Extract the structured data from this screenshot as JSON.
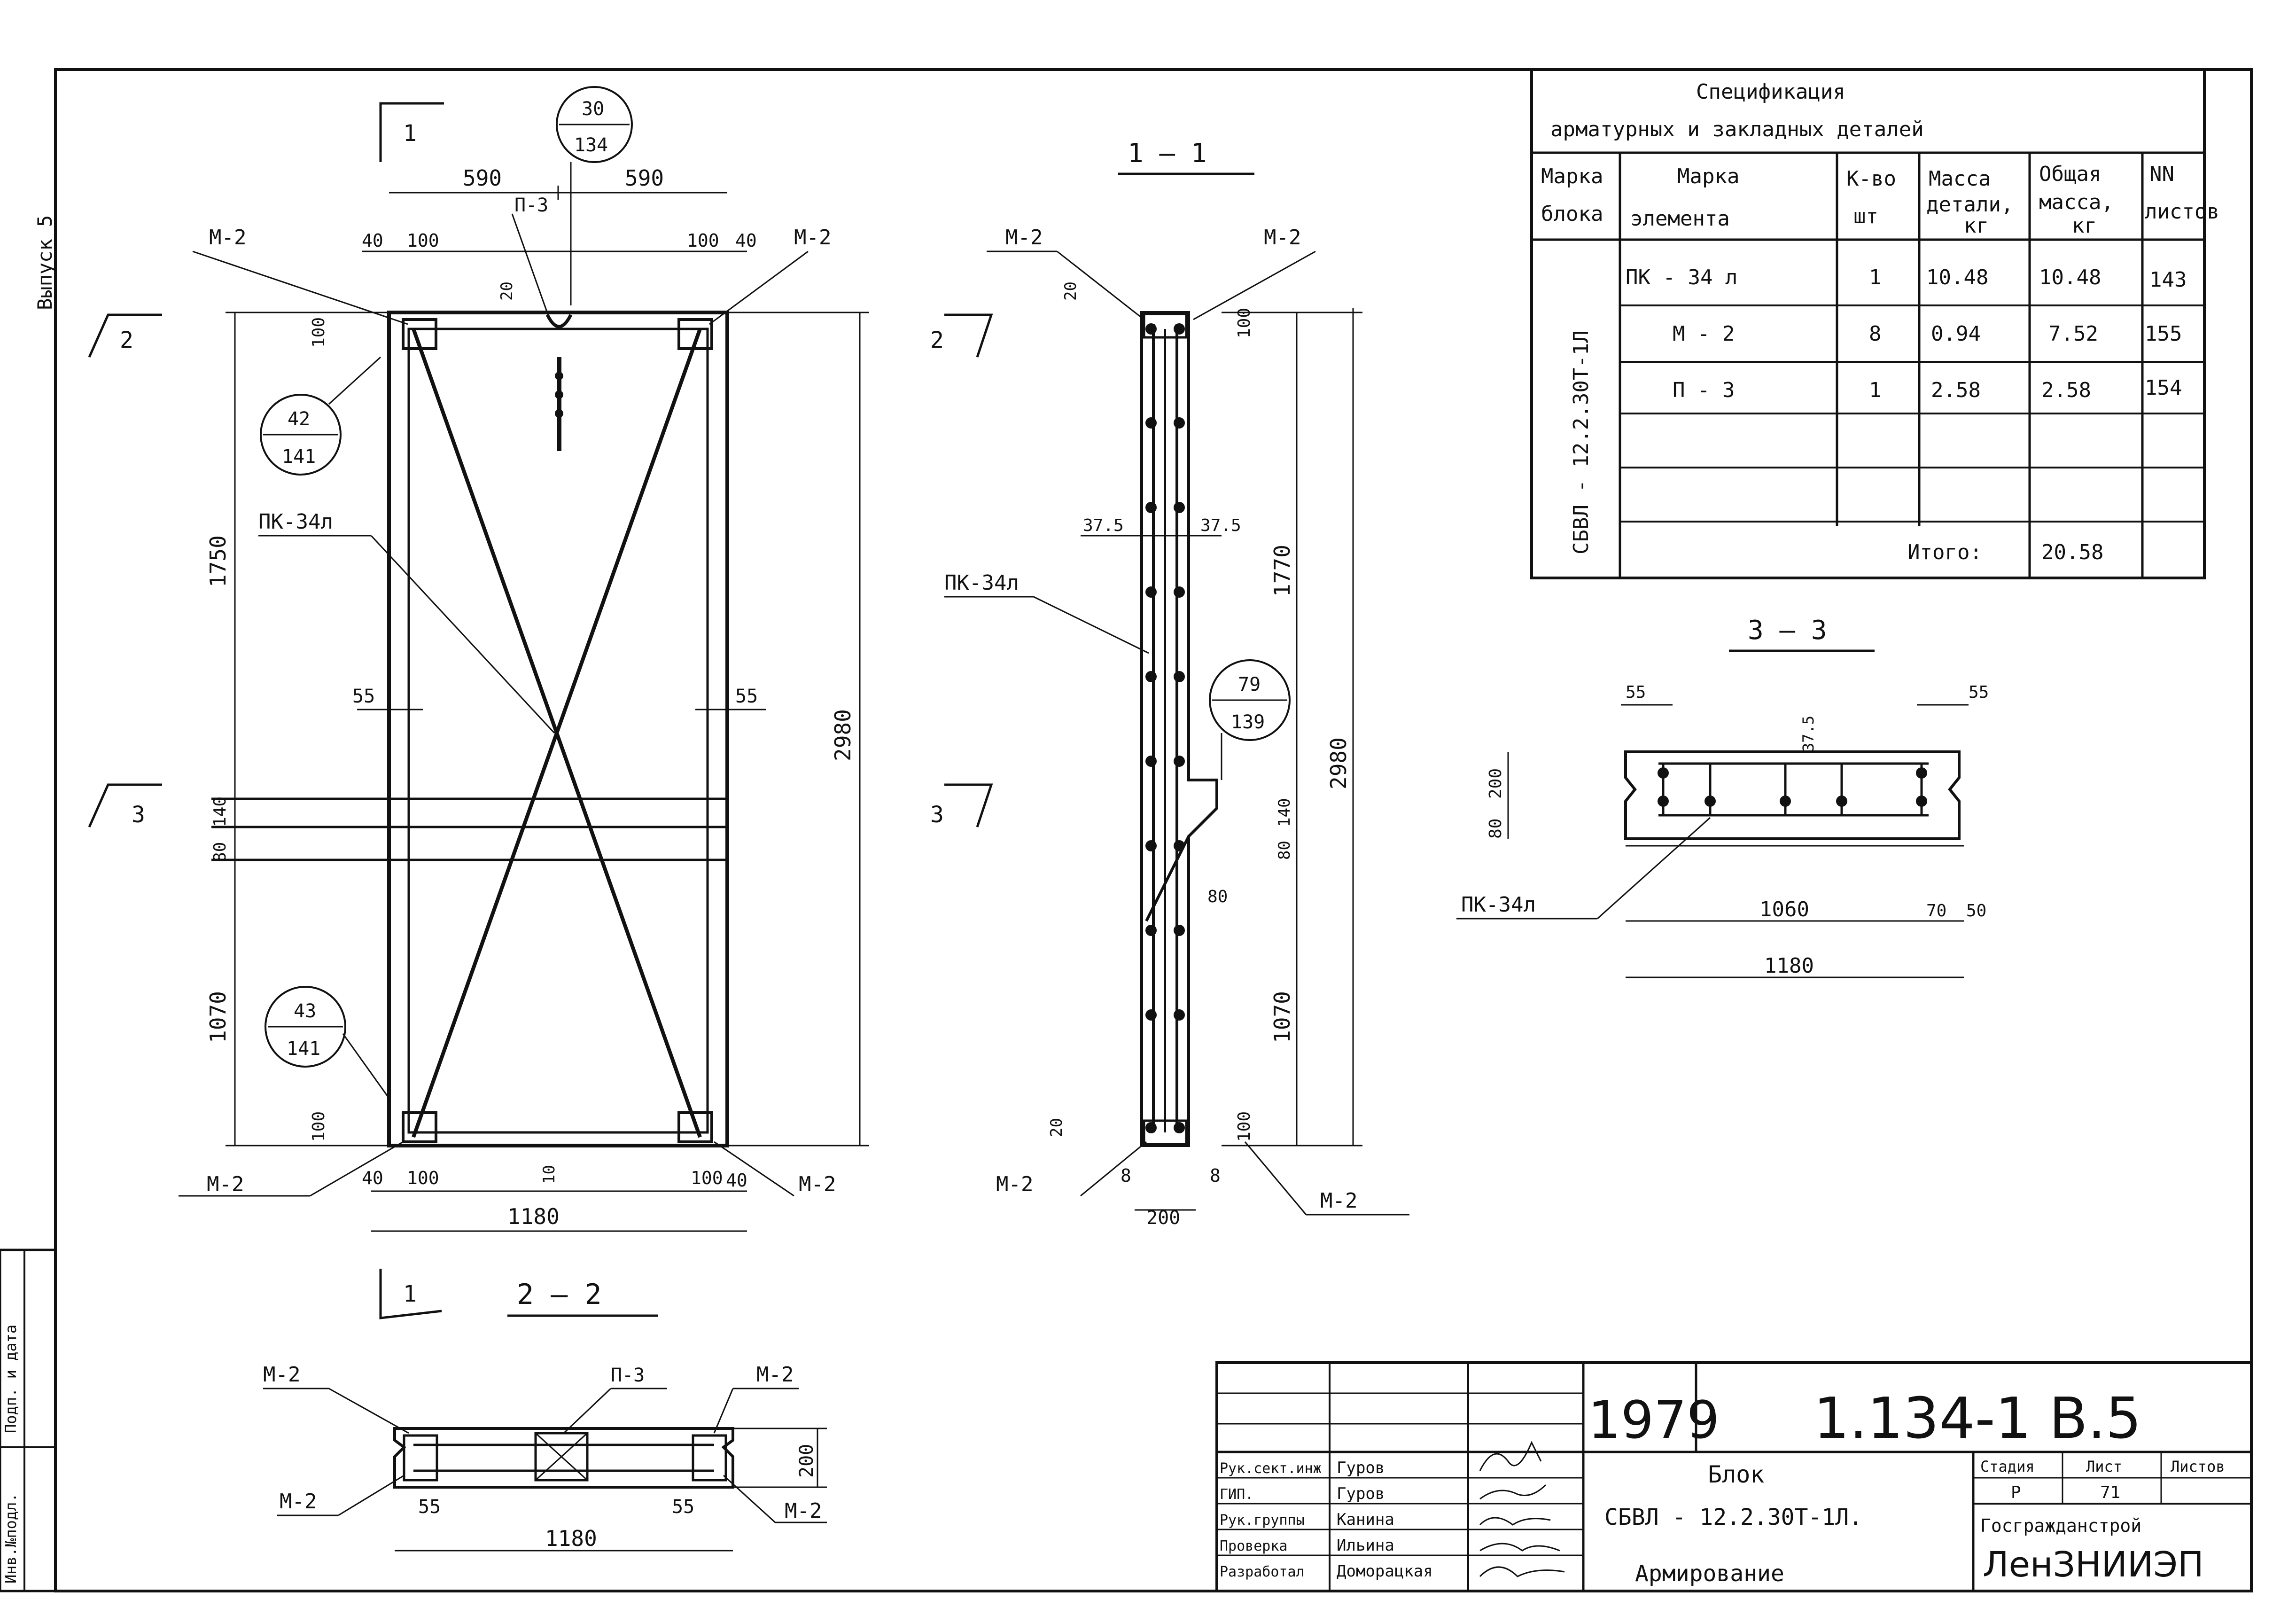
{
  "side_label": "Выпуск 5",
  "spec": {
    "title1": "Спецификация",
    "title2": "арматурных и закладных деталей",
    "headers": {
      "marka_bloka": [
        "Марка",
        "блока"
      ],
      "marka_elementa": [
        "Марка",
        "элемента"
      ],
      "kvo": [
        "К-во",
        "шт"
      ],
      "massa": [
        "Масса",
        "детали,",
        "кг"
      ],
      "obsh": [
        "Общая",
        "масса,",
        "кг"
      ],
      "nn": [
        "NN",
        "листов"
      ]
    },
    "block_mark": "СБВЛ - 12.2.30Т-1Л",
    "rows": [
      {
        "element": "ПК - 34 л",
        "qty": "1",
        "mass": "10.48",
        "total": "10.48",
        "sheet": "143"
      },
      {
        "element": "М - 2",
        "qty": "8",
        "mass": "0.94",
        "total": "7.52",
        "sheet": "155"
      },
      {
        "element": "П - 3",
        "qty": "1",
        "mass": "2.58",
        "total": "2.58",
        "sheet": "154"
      }
    ],
    "itogo_label": "Итого:",
    "itogo_value": "20.58"
  },
  "sections": {
    "s11": "1 — 1",
    "s22": "2 — 2",
    "s33": "3 — 3",
    "cut1": "1",
    "cut2": "2",
    "cut3": "3"
  },
  "front": {
    "dims": {
      "d590a": "590",
      "d590b": "590",
      "d40a": "40",
      "d100a": "100",
      "d100b": "100",
      "d40b": "40",
      "d20": "20",
      "d100v": "100",
      "d1750": "1750",
      "d2980": "2980",
      "d55a": "55",
      "d55b": "55",
      "d140": "140",
      "d80": "80",
      "d1070": "1070",
      "d100bot": "100",
      "d40c": "40",
      "d100c": "100",
      "d10": "10",
      "d100d": "100",
      "d40d": "40",
      "d1180": "1180"
    },
    "labels": {
      "m2_tl": "М-2",
      "m2_tr": "М-2",
      "m2_bl": "М-2",
      "m2_br": "М-2",
      "p3": "П-3",
      "pk": "ПК-34л"
    },
    "bubbles": [
      {
        "top": "30",
        "bottom": "134"
      },
      {
        "top": "42",
        "bottom": "141"
      },
      {
        "top": "43",
        "bottom": "141"
      }
    ]
  },
  "section11": {
    "labels": {
      "m2_tl": "М-2",
      "m2_tr": "М-2",
      "m2_bl": "М-2",
      "m2_br": "М-2",
      "pk": "ПК-34л"
    },
    "dims": {
      "d20": "20",
      "d100": "100",
      "d37a": "37.5",
      "d37b": "37.5",
      "d1770": "1770",
      "d2980": "2980",
      "d140": "140",
      "d80v": "80",
      "d80h": "80",
      "d1070": "1070",
      "d20b": "20",
      "d100b": "100",
      "d8a": "8",
      "d8b": "8",
      "d200": "200"
    },
    "bubble": {
      "top": "79",
      "bottom": "139"
    }
  },
  "section22": {
    "labels": {
      "m2_tl": "М-2",
      "m2_tr": "М-2",
      "m2_bl": "М-2",
      "m2_br": "М-2",
      "p3": "П-3"
    },
    "dims": {
      "d55a": "55",
      "d55b": "55",
      "d1180": "1180",
      "d200": "200"
    }
  },
  "section33": {
    "labels": {
      "pk": "ПК-34л"
    },
    "dims": {
      "d55a": "55",
      "d55b": "55",
      "d37": "37.5",
      "d200": "200",
      "d80": "80",
      "d1060": "1060",
      "d70": "70",
      "d50": "50",
      "d1180": "1180"
    }
  },
  "titleblock": {
    "year": "1979",
    "code": "1.134-1 В.5",
    "roles": [
      "Рук.сект.инж",
      "ГИП.",
      "Рук.группы",
      "Проверка",
      "Разработал"
    ],
    "names": [
      "Гуров",
      "Гуров",
      "Канина",
      "Ильина",
      "Доморацкая"
    ],
    "name1": "Блок",
    "name2": "СБВЛ - 12.2.30Т-1Л.",
    "name3": "Армирование",
    "stage_h": "Стадия",
    "sheet_h": "Лист",
    "sheets_h": "Листов",
    "stage": "Р",
    "sheet": "71",
    "org1": "Госгражданстрой",
    "org2": "ЛенЗНИИЭП"
  },
  "left_stamp": [
    "Подп. и дата",
    "Инв.№подл."
  ]
}
